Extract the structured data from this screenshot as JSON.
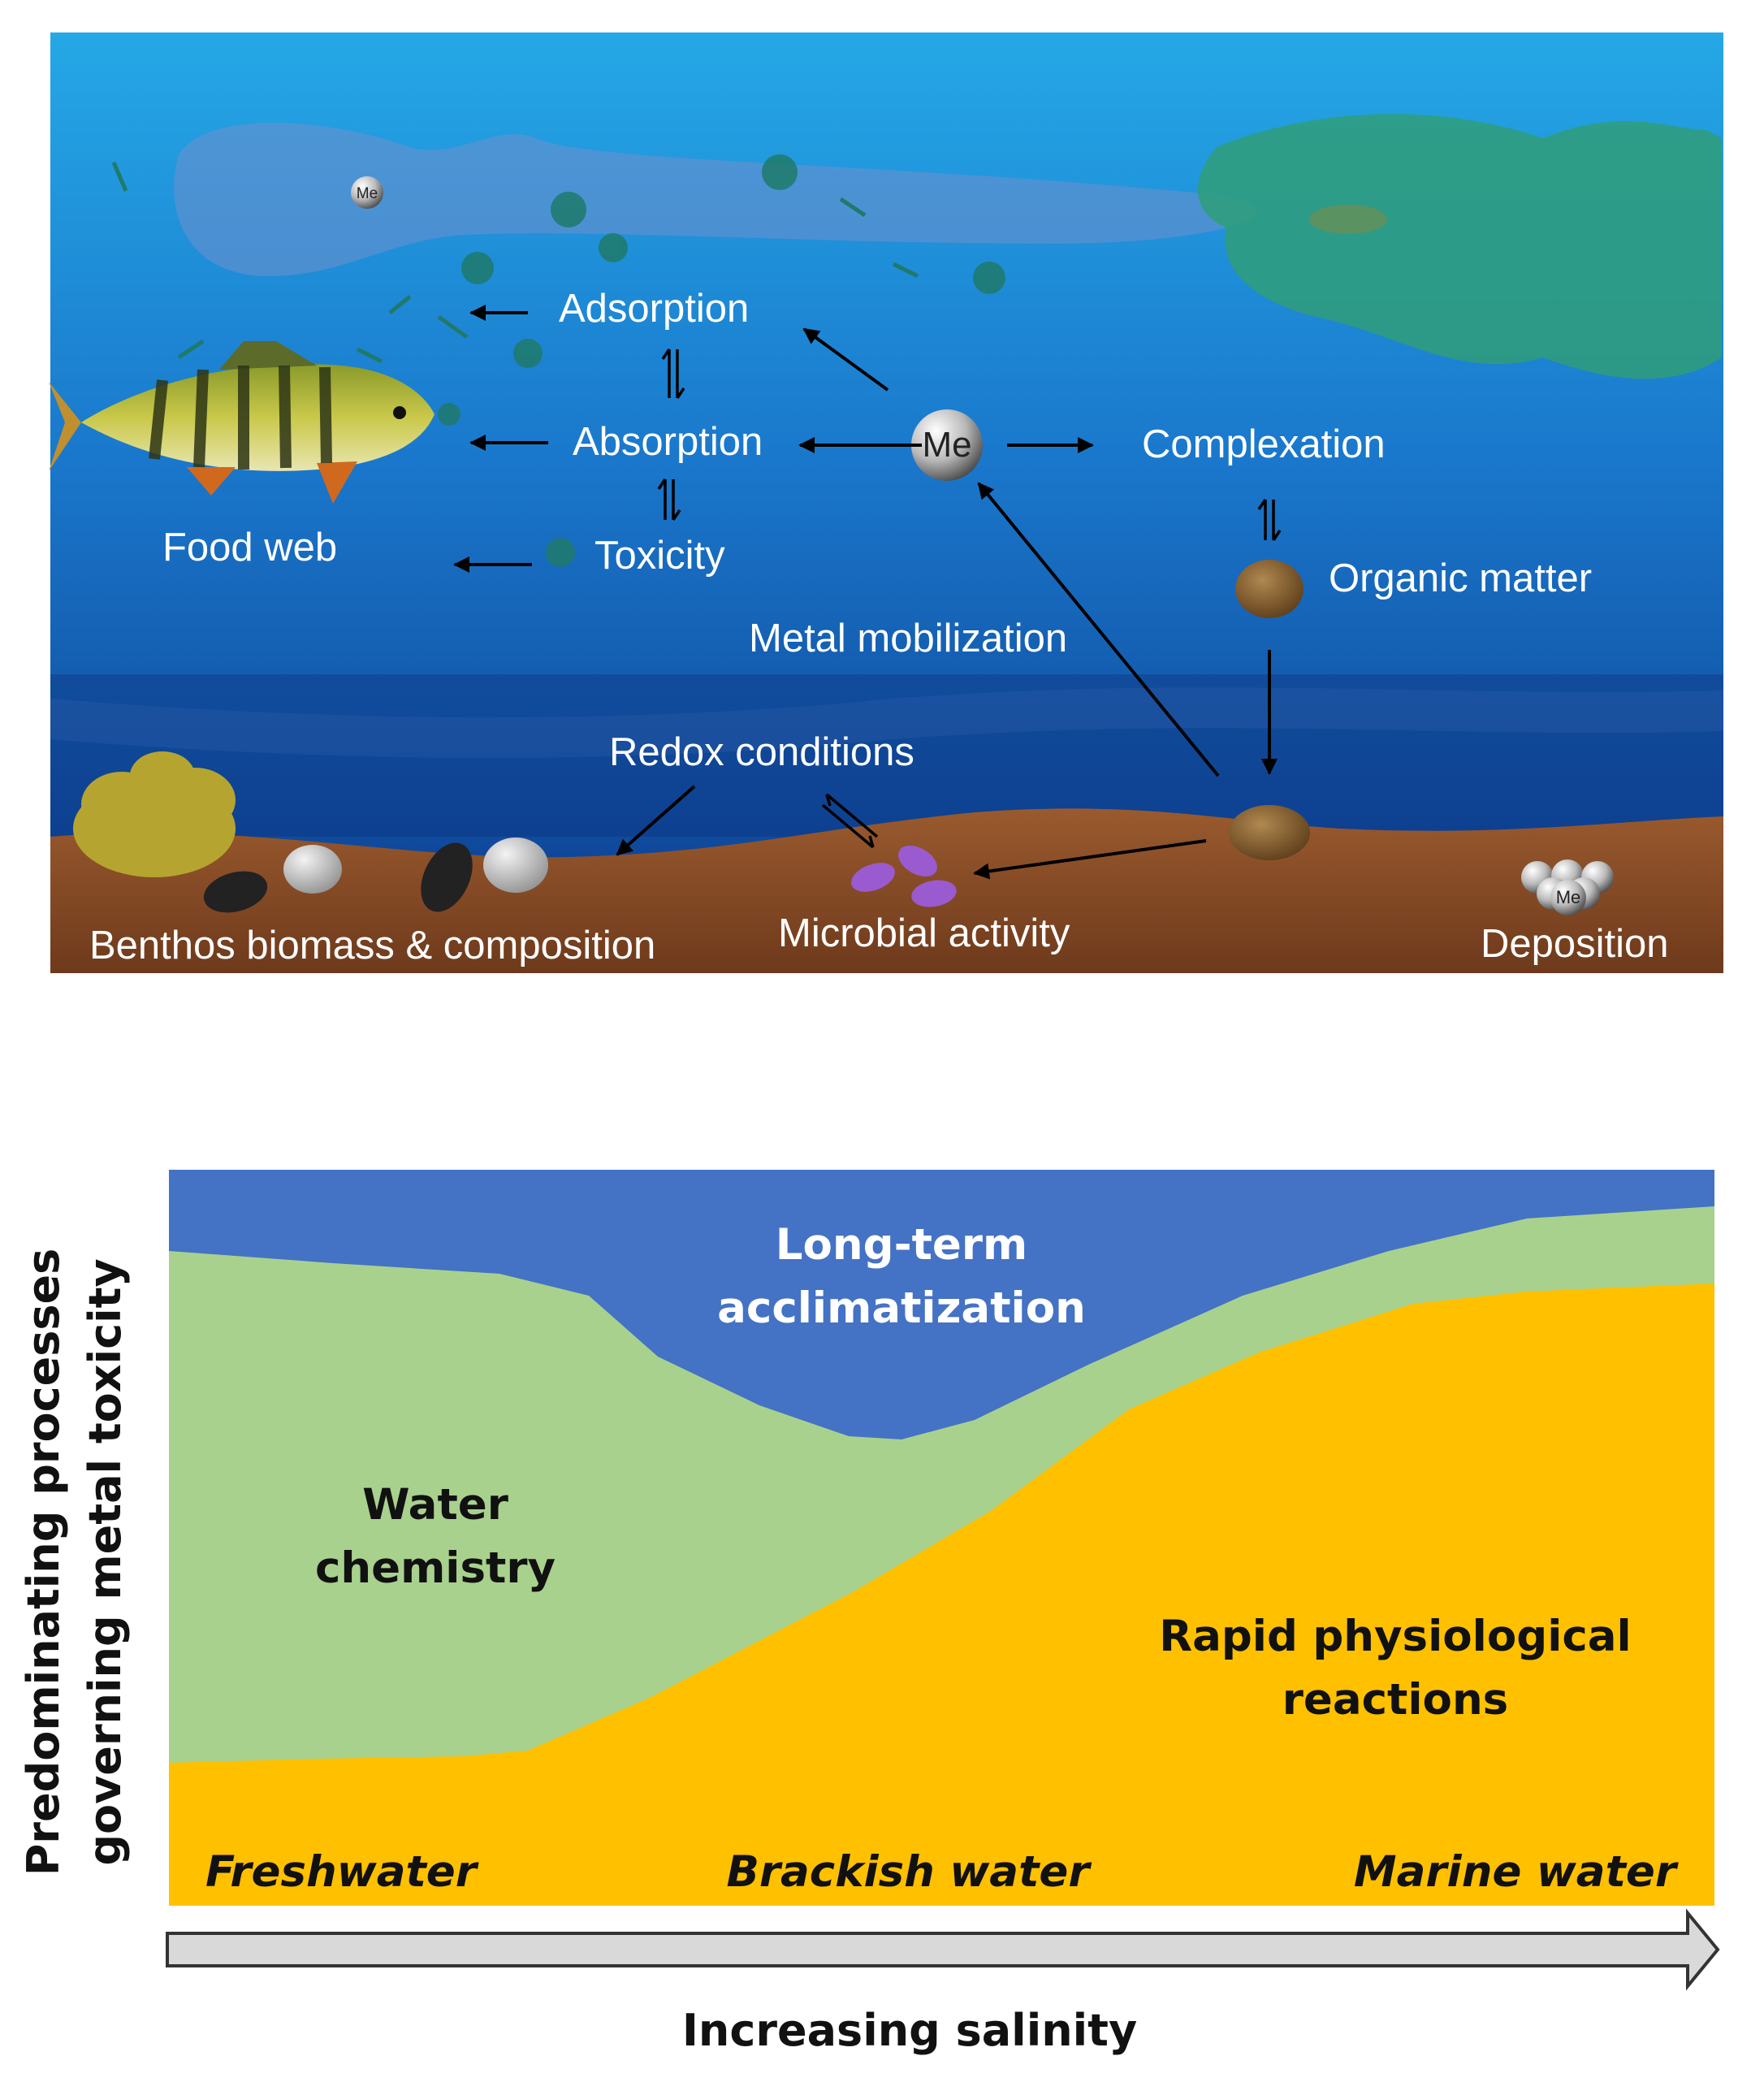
{
  "top_panel": {
    "labels": {
      "adsorption": "Adsorption",
      "absorption": "Absorption",
      "toxicity": "Toxicity",
      "food_web": "Food web",
      "complexation": "Complexation",
      "organic_matter": "Organic matter",
      "metal_mobilization": "Metal mobilization",
      "redox_conditions": "Redox conditions",
      "microbial_activity": "Microbial activity",
      "benthos": "Benthos biomass & composition",
      "deposition": "Deposition"
    },
    "metal_symbol": "Me",
    "colors": {
      "water_top": "#23a5e3",
      "water_bottom": "#0d3f95",
      "sediment": "#8a4a26",
      "plume_right": "#2f9e79"
    }
  },
  "bottom_panel": {
    "bands": {
      "long_term": {
        "line1": "Long-term",
        "line2": "acclimatization",
        "color": "#4472c4"
      },
      "water_chemistry": {
        "line1": "Water",
        "line2": "chemistry",
        "color": "#a9d18e"
      },
      "rapid": {
        "line1": "Rapid physiological",
        "line2": "reactions",
        "color": "#ffc000"
      }
    },
    "zones": {
      "freshwater": "Freshwater",
      "brackish": "Brackish water",
      "marine": "Marine water"
    },
    "y_axis": {
      "line1": "Predominating processes",
      "line2": "governing metal toxicity"
    },
    "x_axis": "Increasing salinity"
  }
}
